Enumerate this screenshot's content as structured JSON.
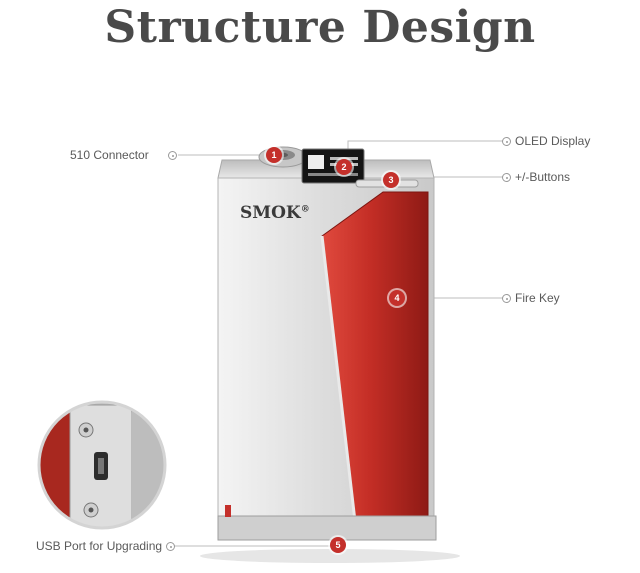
{
  "title": "Structure Design",
  "device": {
    "brand": "SMOK",
    "registered_mark": "®"
  },
  "callouts": [
    {
      "number": "1",
      "label": "510 Connector"
    },
    {
      "number": "2",
      "label": "OLED Display"
    },
    {
      "number": "3",
      "label": "+/-Buttons"
    },
    {
      "number": "4",
      "label": "Fire Key"
    },
    {
      "number": "5",
      "label": "USB Port for Upgrading"
    }
  ],
  "colors": {
    "accent_red": "#c4302b",
    "body_silver": "#d8d8d8",
    "title_gray": "#4a4a4a"
  }
}
